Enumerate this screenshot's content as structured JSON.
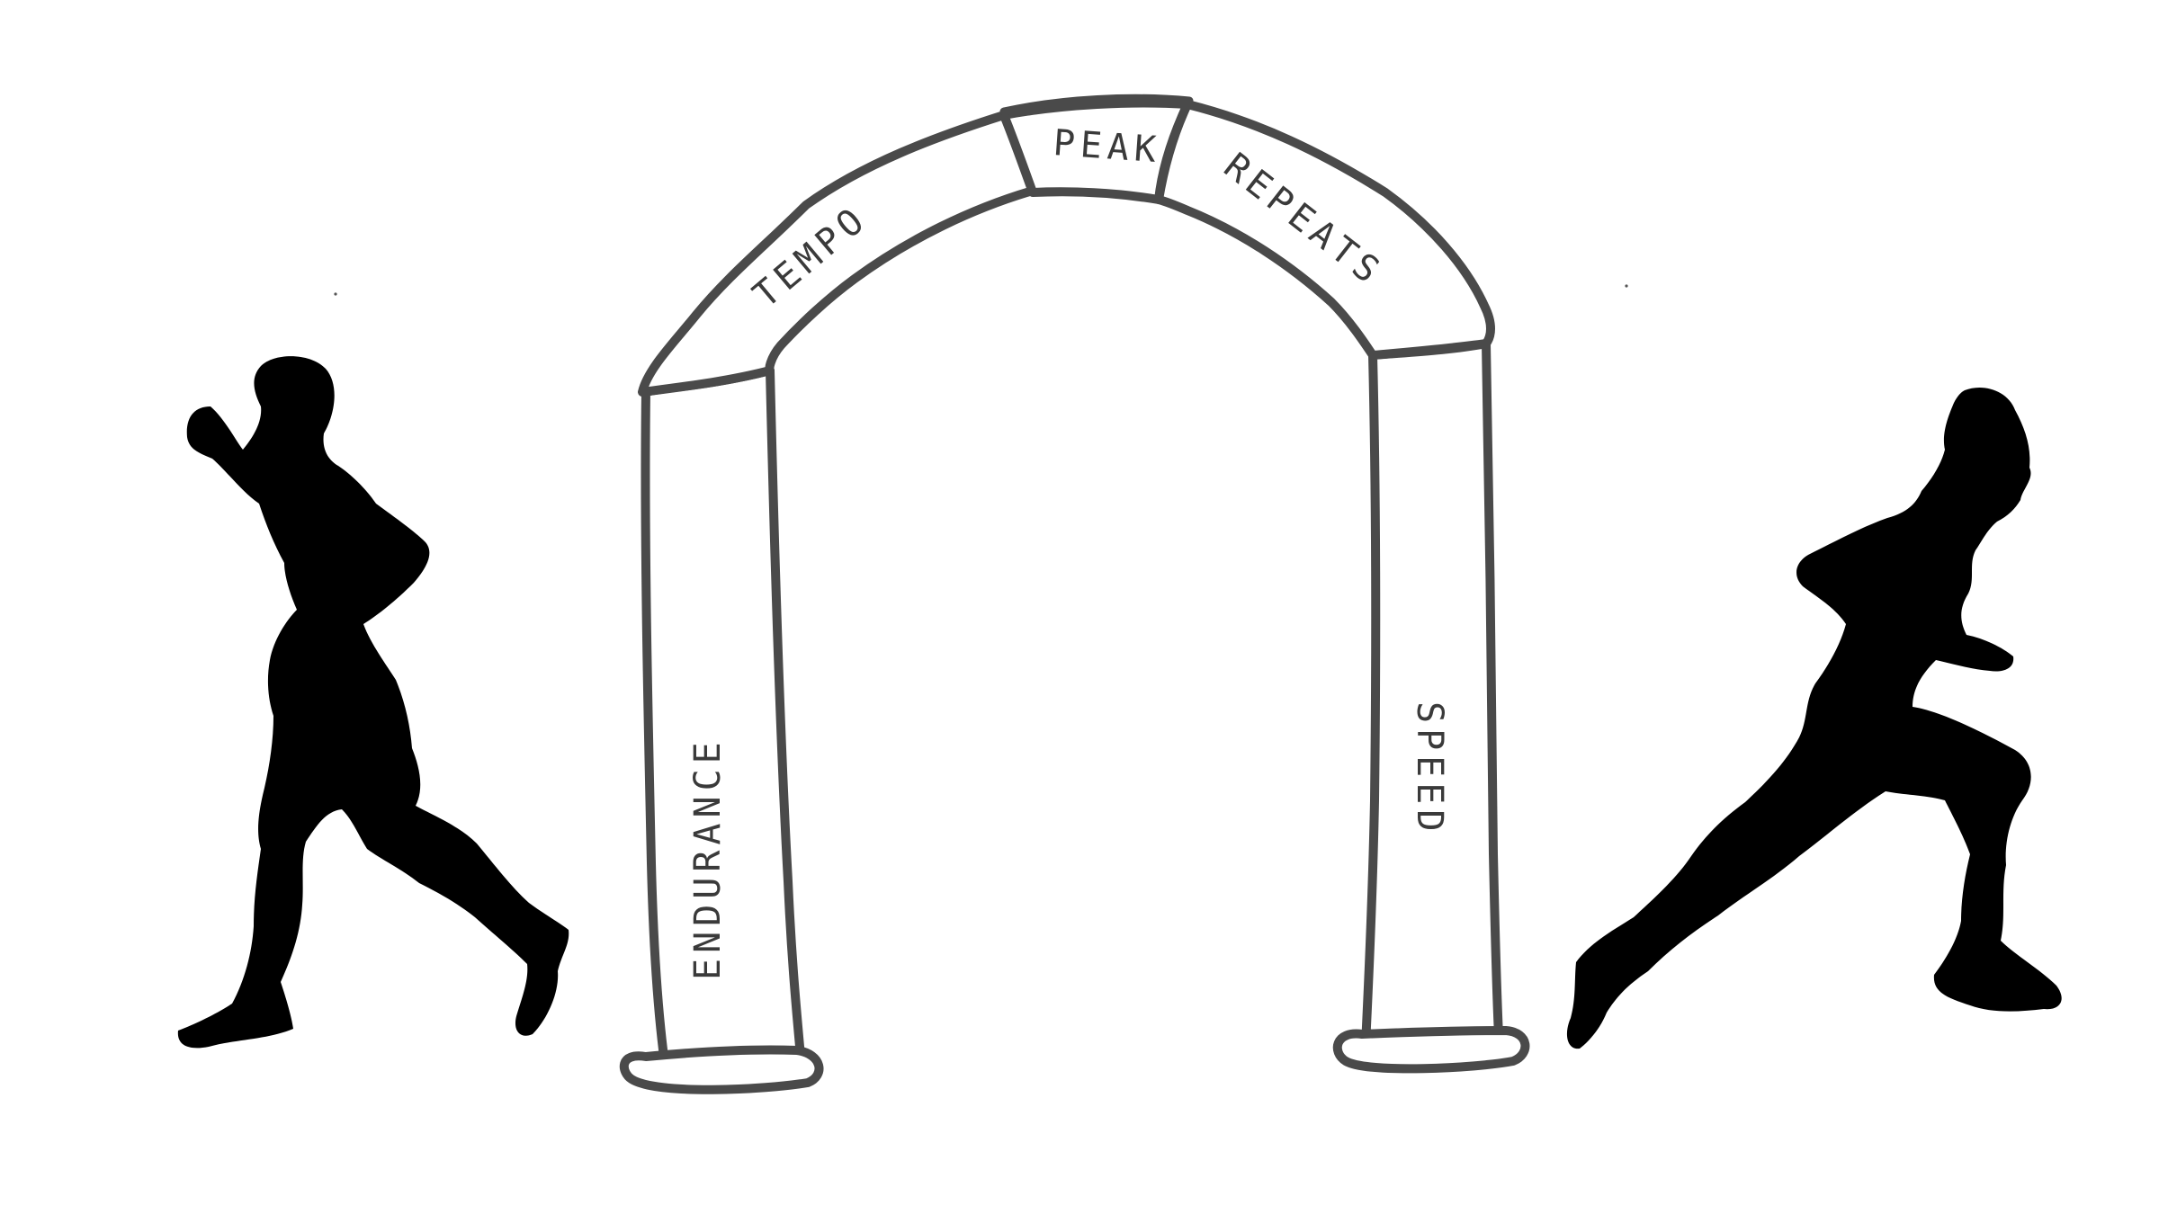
{
  "arch": {
    "left_leg": "ENDURANCE",
    "left_curve": "TEMPO",
    "keystone": "PEAK",
    "right_curve": "REPEATS",
    "right_leg": "SPEED"
  },
  "colors": {
    "ink": "#4a4a4a",
    "text": "#3a3a3a",
    "silhouette": "#000000",
    "background": "#ffffff"
  }
}
